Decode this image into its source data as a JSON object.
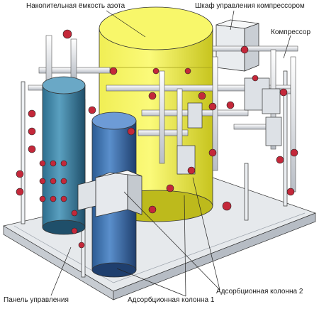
{
  "labels": {
    "nitrogen_tank": "Накопительная ёмкость азота",
    "compressor_cabinet": "Шкаф управления компрессором",
    "compressor": "Компрессор",
    "control_panel": "Панель управления",
    "column_1": "Адсорбционная колонна 1",
    "column_2": "Адсорбционная колонна 2"
  },
  "colors": {
    "tank": "#f2f23a",
    "column_left": "#3f84a8",
    "column_right": "#3c6fa8",
    "frame": "#d9dde2",
    "valve": "#c4283a",
    "pipe": "#e6e8ec",
    "cabinet": "#e9ecef"
  }
}
